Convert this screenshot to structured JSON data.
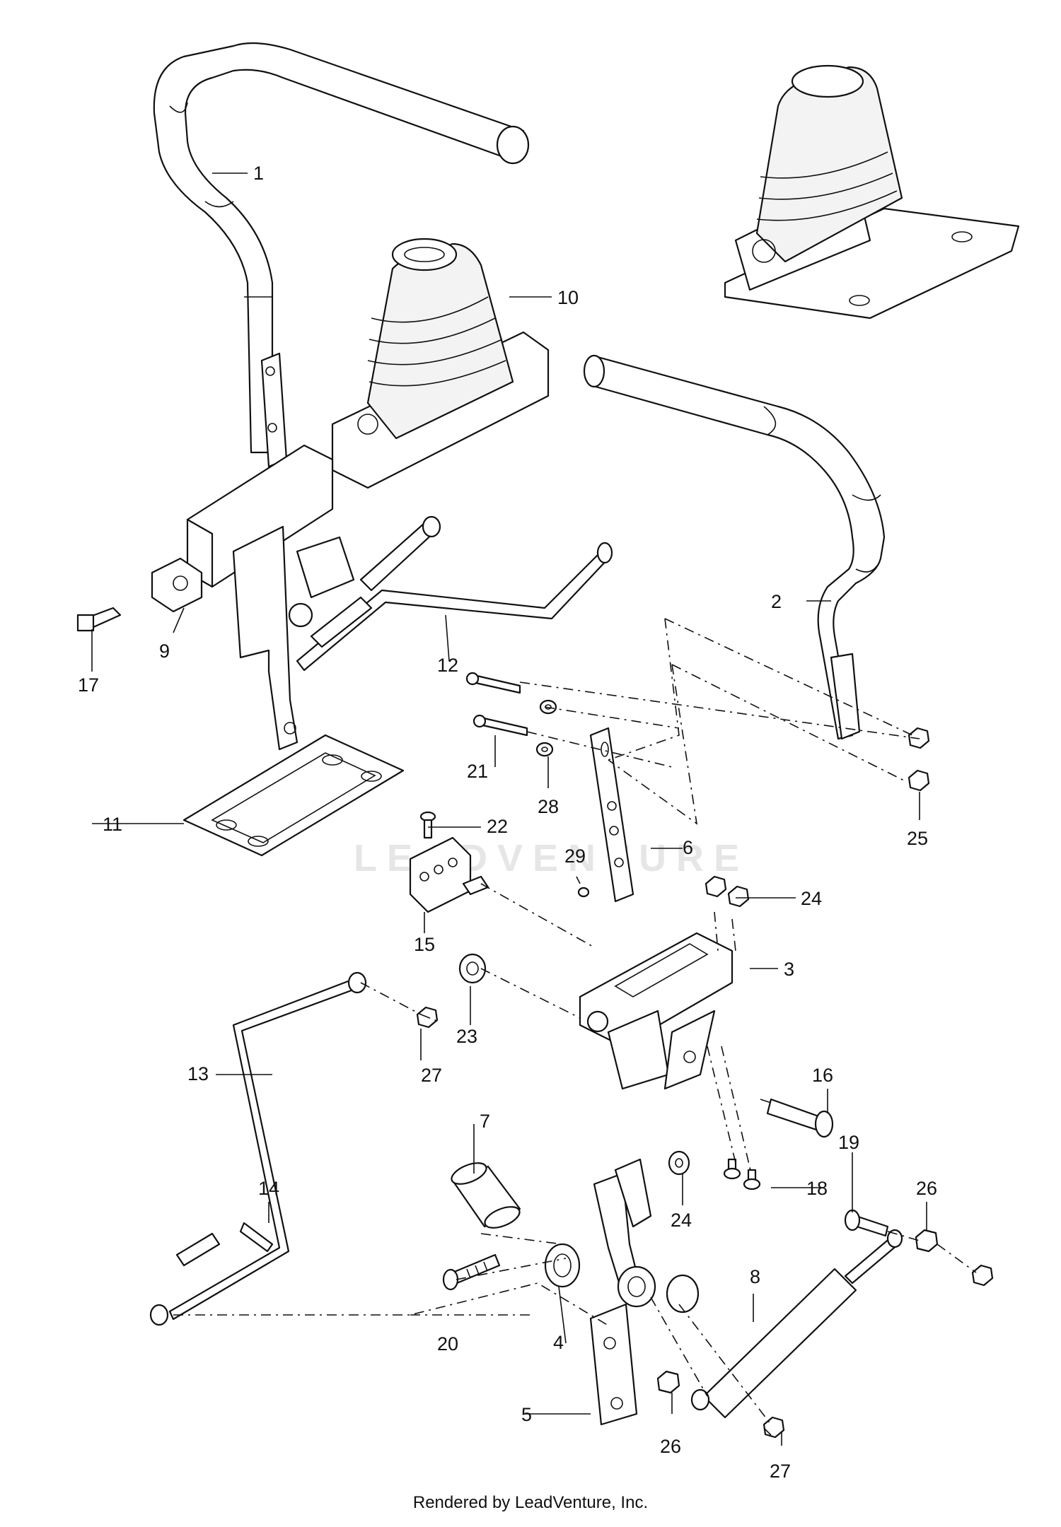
{
  "watermark": "LEADVENTURE",
  "footer": "Rendered by LeadVenture, Inc.",
  "callouts": [
    "1",
    "2",
    "3",
    "4",
    "5",
    "6",
    "7",
    "8",
    "9",
    "10",
    "11",
    "12",
    "13",
    "14",
    "15",
    "16",
    "17",
    "18",
    "19",
    "20",
    "21",
    "22",
    "23",
    "24",
    "24",
    "25",
    "26",
    "26",
    "27",
    "27",
    "28",
    "29"
  ]
}
